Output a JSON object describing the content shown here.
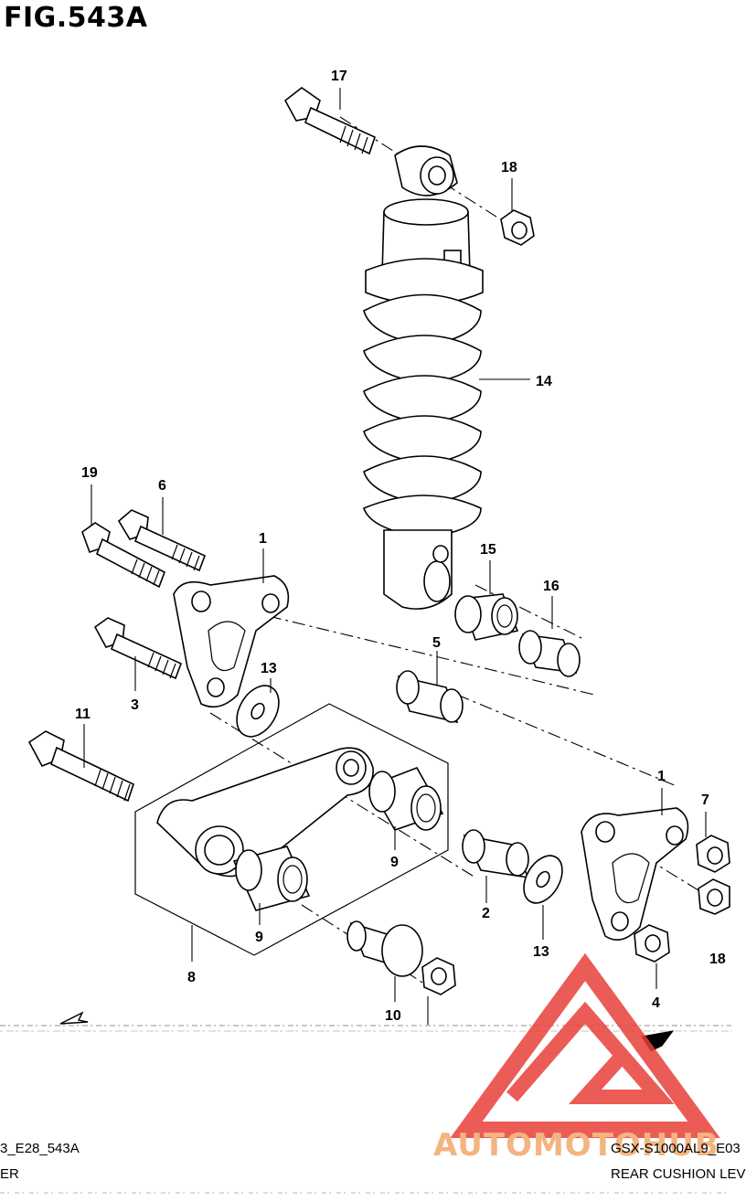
{
  "figure": {
    "title": "FIG.543A"
  },
  "callouts": [
    {
      "label": "17"
    },
    {
      "label": "18"
    },
    {
      "label": "14"
    },
    {
      "label": "19"
    },
    {
      "label": "6"
    },
    {
      "label": "1"
    },
    {
      "label": "15"
    },
    {
      "label": "16"
    },
    {
      "label": "5"
    },
    {
      "label": "13"
    },
    {
      "label": "3"
    },
    {
      "label": "11"
    },
    {
      "label": "1"
    },
    {
      "label": "7"
    },
    {
      "label": "9"
    },
    {
      "label": "2"
    },
    {
      "label": "18"
    },
    {
      "label": "9"
    },
    {
      "label": "13"
    },
    {
      "label": "8"
    },
    {
      "label": "4"
    },
    {
      "label": "10"
    }
  ],
  "footer": {
    "left_code": "3_E28_543A",
    "left_name": "ER",
    "right_code": "GSX-S1000AL9_E03",
    "right_name": "REAR CUSHION LEV"
  },
  "watermark": {
    "text": "AUTOMOTOHUB",
    "color": "#e8403a",
    "text_color": "#f3a86a"
  }
}
